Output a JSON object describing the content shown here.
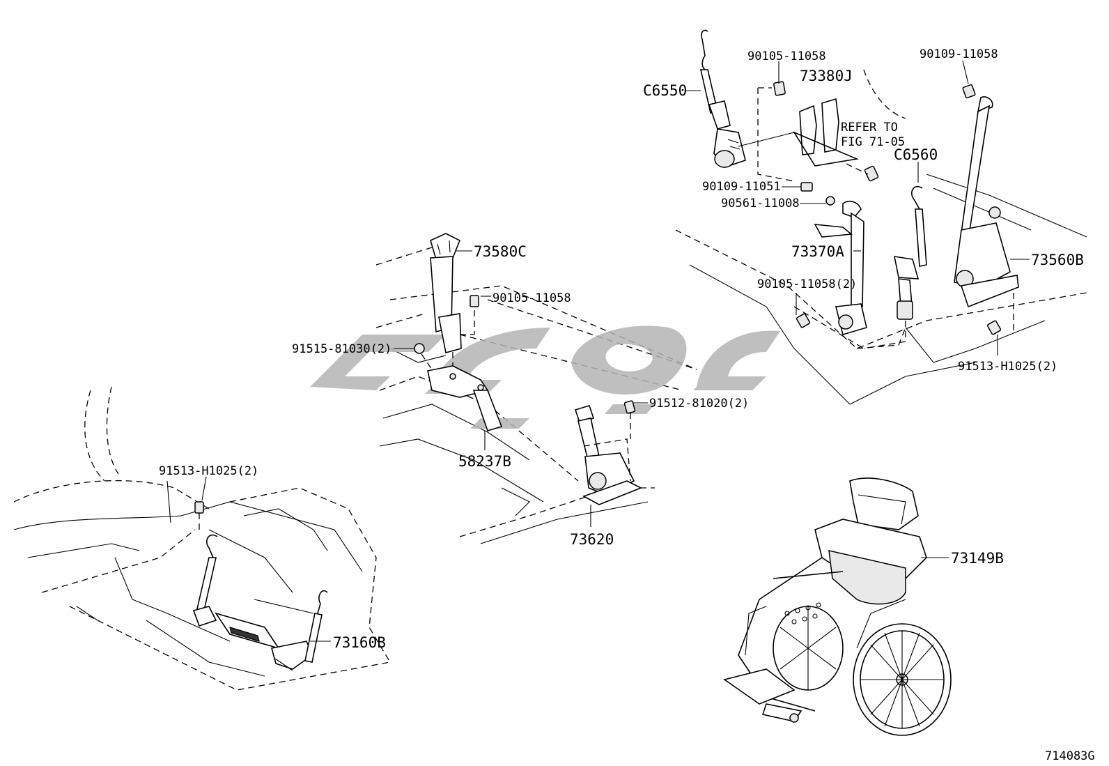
{
  "figure_id": "714083G",
  "watermark_text": "",
  "colors": {
    "line": "#000000",
    "background": "#ffffff",
    "watermark": "#b4b4b4"
  },
  "callouts": {
    "c6550": "C6550",
    "p90105_11058_top": "90105-11058",
    "p73380j": "73380J",
    "refer_line1": "REFER TO",
    "refer_line2": "FIG 71-05",
    "p90109_11058": "90109-11058",
    "c6560": "C6560",
    "p90109_11051": "90109-11051",
    "p90561_11008": "90561-11008",
    "p73370a": "73370A",
    "p73560b": "73560B",
    "p90105_11058_2": "90105-11058(2)",
    "p91513_h1025_right": "91513-H1025(2)",
    "p73580c": "73580C",
    "p90105_11058_mid": "90105-11058",
    "p91515_81030": "91515-81030(2)",
    "p91512_81020": "91512-81020(2)",
    "p58237b": "58237B",
    "p73620": "73620",
    "p91513_h1025_left": "91513-H1025(2)",
    "p73160b": "73160B",
    "p73149b": "73149B"
  }
}
